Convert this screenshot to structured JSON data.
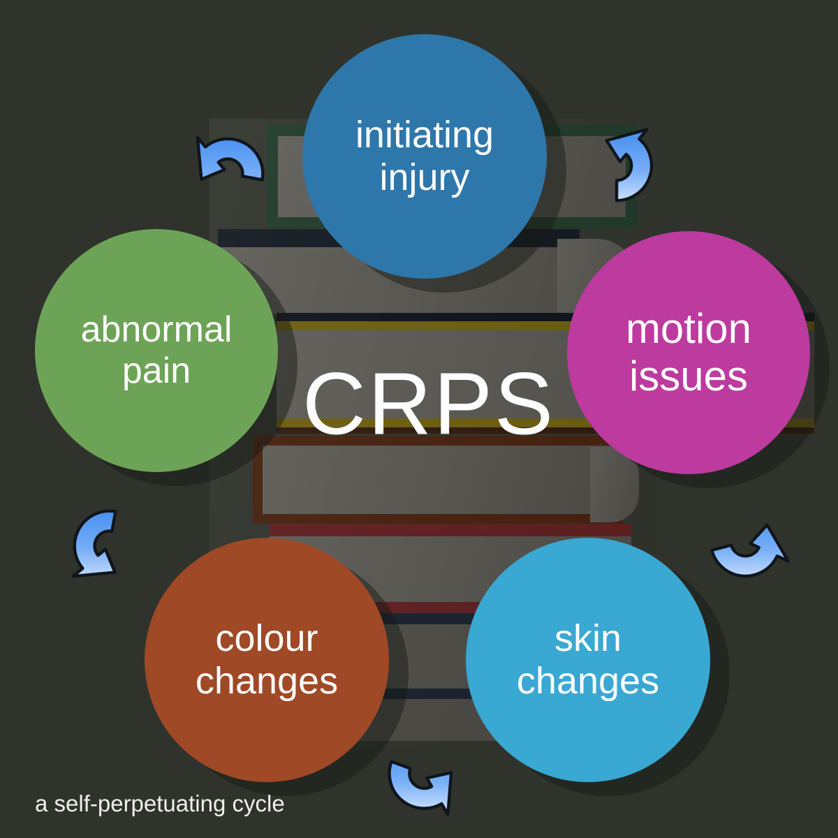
{
  "title": {
    "text": "CRPS"
  },
  "caption": {
    "text": "a self-perpetuating cycle"
  },
  "cycle": {
    "direction": "counterclockwise",
    "nodes": [
      {
        "id": "initiating-injury",
        "label": "initiating injury",
        "line1": "initiating",
        "line2": "injury",
        "color": "#2e77ab",
        "position": "top"
      },
      {
        "id": "abnormal-pain",
        "label": "abnormal pain",
        "line1": "abnormal",
        "line2": "pain",
        "color": "#6da356",
        "position": "left"
      },
      {
        "id": "colour-changes",
        "label": "colour changes",
        "line1": "colour",
        "line2": "changes",
        "color": "#9f4926",
        "position": "bottom-left"
      },
      {
        "id": "skin-changes",
        "label": "skin changes",
        "line1": "skin",
        "line2": "changes",
        "color": "#39a8d2",
        "position": "bottom-right"
      },
      {
        "id": "motion-issues",
        "label": "motion issues",
        "line1": "motion",
        "line2": "issues",
        "color": "#bd3a9f",
        "position": "right"
      }
    ],
    "arrows": [
      {
        "id": "arrow-injury-to-pain",
        "from": "initiating-injury",
        "to": "abnormal-pain"
      },
      {
        "id": "arrow-pain-to-colour",
        "from": "abnormal-pain",
        "to": "colour-changes"
      },
      {
        "id": "arrow-colour-to-skin",
        "from": "colour-changes",
        "to": "skin-changes"
      },
      {
        "id": "arrow-skin-to-motion",
        "from": "skin-changes",
        "to": "motion-issues"
      },
      {
        "id": "arrow-motion-to-injury",
        "from": "motion-issues",
        "to": "initiating-injury"
      }
    ]
  },
  "colors": {
    "background": "#2f332c",
    "node_text": "#fdfdfd",
    "caption_text": "#eef0ea",
    "arrow_gradient_top": "#3a87ef",
    "arrow_gradient_bottom": "#e6f1ff",
    "arrow_outline": "#10151c"
  }
}
